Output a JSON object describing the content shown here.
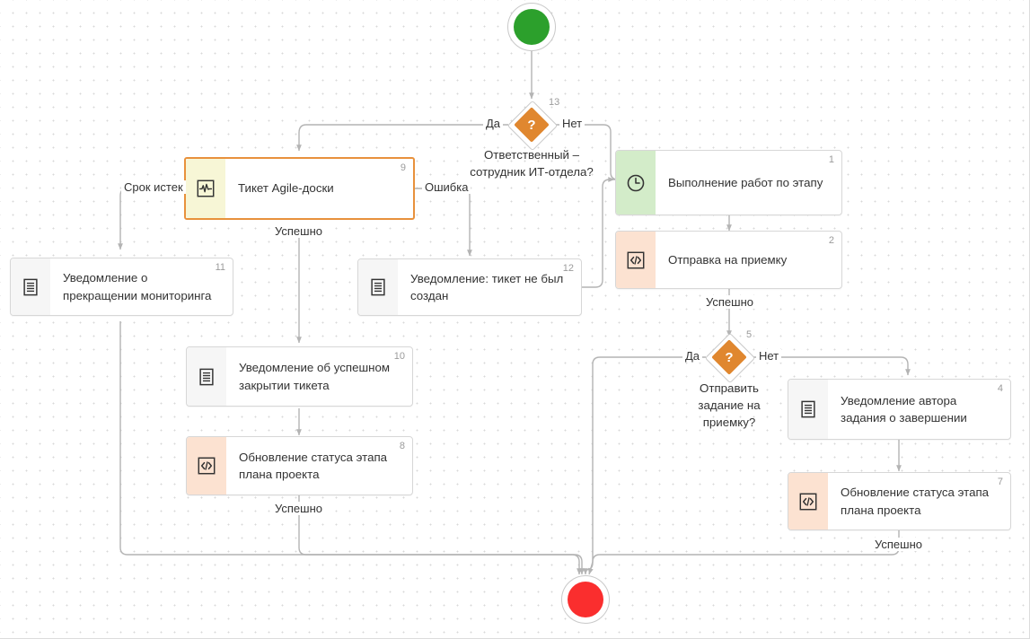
{
  "diagram": {
    "title": "Business process workflow diagram",
    "colors": {
      "canvas_background": "#ffffff",
      "grid_dot": "#d8d8d8",
      "edge": "#b4b4b4",
      "gateway_fill": "#e0872f",
      "selected_border": "#e8913c",
      "start_fill": "#2ca02c",
      "end_fill": "#fa2e2e",
      "pane_grey": "#f6f6f6",
      "pane_green": "#d3ecc9",
      "pane_peach": "#fce2d1",
      "pane_yellow": "#f7f6d6",
      "node_border": "#d7d7d7",
      "text": "#333333",
      "number": "#9b9b9b"
    },
    "terminals": {
      "start": {
        "name": "start-event",
        "fill": "#2ca02c"
      },
      "end": {
        "name": "end-event",
        "fill": "#fa2e2e"
      }
    },
    "gateways": [
      {
        "id": "13",
        "number": "13",
        "symbol": "?",
        "caption": "Ответственный – сотрудник ИТ-отдела?",
        "yes_label": "Да",
        "no_label": "Нет"
      },
      {
        "id": "5",
        "number": "5",
        "symbol": "?",
        "caption": "Отправить задание на приемку?",
        "yes_label": "Да",
        "no_label": "Нет"
      }
    ],
    "nodes": [
      {
        "id": "1",
        "number": "1",
        "label": "Выполнение работ по этапу",
        "icon": "clock-icon",
        "pane": "green"
      },
      {
        "id": "2",
        "number": "2",
        "label": "Отправка на приемку",
        "icon": "code-icon",
        "pane": "peach"
      },
      {
        "id": "4",
        "number": "4",
        "label": "Уведомление автора задания о завершении",
        "icon": "document-icon",
        "pane": "grey"
      },
      {
        "id": "7",
        "number": "7",
        "label": "Обновление статуса этапа плана проекта",
        "icon": "code-icon",
        "pane": "peach"
      },
      {
        "id": "8",
        "number": "8",
        "label": "Обновление статуса этапа плана проекта",
        "icon": "code-icon",
        "pane": "peach"
      },
      {
        "id": "9",
        "number": "9",
        "label": "Тикет Agile-доски",
        "icon": "activity-icon",
        "pane": "yellow",
        "selected": true
      },
      {
        "id": "10",
        "number": "10",
        "label": "Уведомление об успешном закрытии тикета",
        "icon": "document-icon",
        "pane": "grey"
      },
      {
        "id": "11",
        "number": "11",
        "label": "Уведомление о прекращении мониторинга",
        "icon": "document-icon",
        "pane": "grey"
      },
      {
        "id": "12",
        "number": "12",
        "label": "Уведомление: тикет не был создан",
        "icon": "document-icon",
        "pane": "grey"
      }
    ],
    "edge_labels": [
      {
        "id": "gw13-yes",
        "text": "Да"
      },
      {
        "id": "gw13-no",
        "text": "Нет"
      },
      {
        "id": "n9-timeout",
        "text": "Срок истек"
      },
      {
        "id": "n9-error",
        "text": "Ошибка"
      },
      {
        "id": "n9-ok",
        "text": "Успешно"
      },
      {
        "id": "n2-ok",
        "text": "Успешно"
      },
      {
        "id": "gw5-yes",
        "text": "Да"
      },
      {
        "id": "gw5-no",
        "text": "Нет"
      },
      {
        "id": "n8-ok",
        "text": "Успешно"
      },
      {
        "id": "n7-ok",
        "text": "Успешно"
      }
    ]
  }
}
